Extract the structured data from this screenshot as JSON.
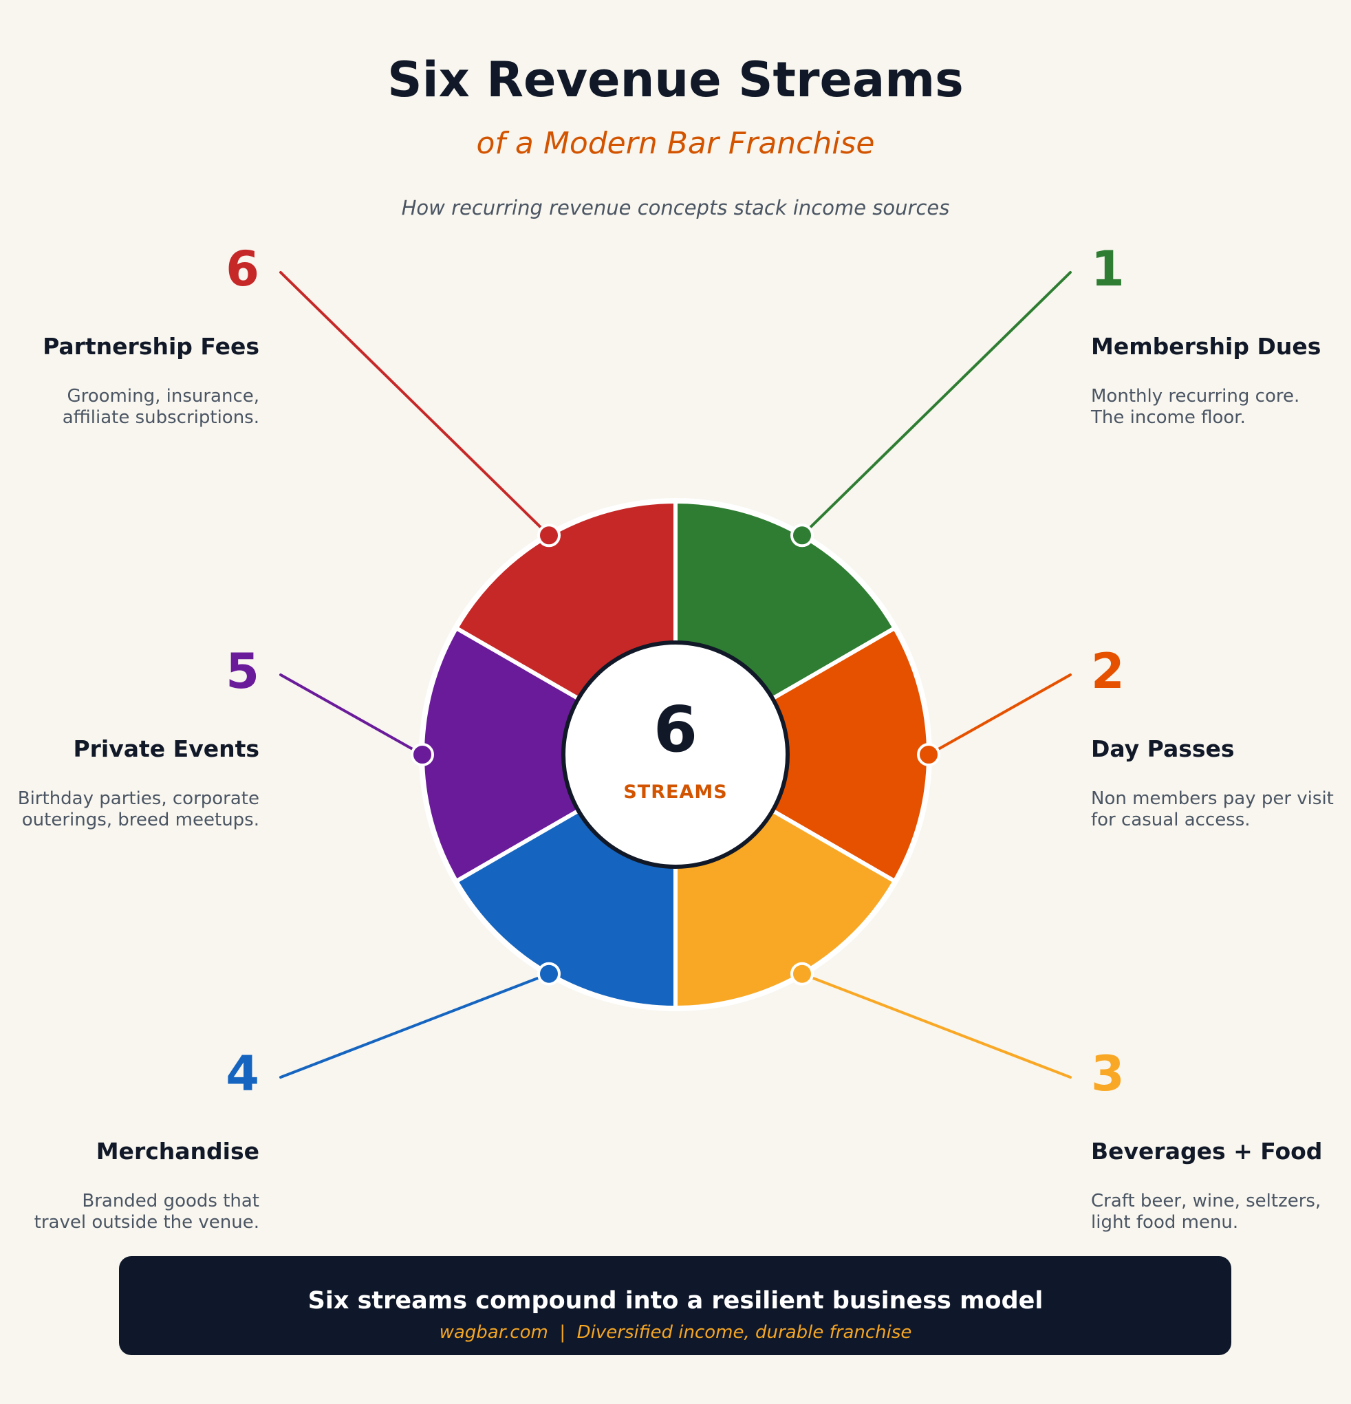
{
  "header": {
    "title": "Six Revenue Streams",
    "subtitle": "of a Modern Bar Franchise",
    "tagline": "How recurring revenue concepts stack income sources"
  },
  "center": {
    "count": "6",
    "label": "STREAMS"
  },
  "streams": [
    {
      "number": "1",
      "title": "Membership Dues",
      "desc_lines": [
        "Monthly recurring core.",
        "The income floor."
      ],
      "color": "#2e7d32",
      "side": "right"
    },
    {
      "number": "2",
      "title": "Day Passes",
      "desc_lines": [
        "Non members pay per visit",
        "for casual access."
      ],
      "color": "#e65100",
      "side": "right"
    },
    {
      "number": "3",
      "title": "Beverages + Food",
      "desc_lines": [
        "Craft beer, wine, seltzers,",
        "light food menu."
      ],
      "color": "#f9a825",
      "side": "right"
    },
    {
      "number": "4",
      "title": "Merchandise",
      "desc_lines": [
        "Branded goods that",
        "travel outside the venue."
      ],
      "color": "#1565c0",
      "side": "left"
    },
    {
      "number": "5",
      "title": "Private Events",
      "desc_lines": [
        "Birthday parties, corporate",
        "outerings, breed meetups."
      ],
      "color": "#6a1b9a",
      "side": "left"
    },
    {
      "number": "6",
      "title": "Partnership Fees",
      "desc_lines": [
        "Grooming, insurance,",
        "affiliate subscriptions."
      ],
      "color": "#c62828",
      "side": "left"
    }
  ],
  "footer": {
    "headline": "Six streams compound into a resilient business model",
    "subline": "wagbar.com  |  Diversified income, durable franchise"
  },
  "colors": {
    "background": "#f8f6ef",
    "ink": "#111827",
    "muted": "#4b5563",
    "accent_orange": "#d35400",
    "footer_bg": "#0f172a",
    "footer_accent": "#f5a623"
  }
}
